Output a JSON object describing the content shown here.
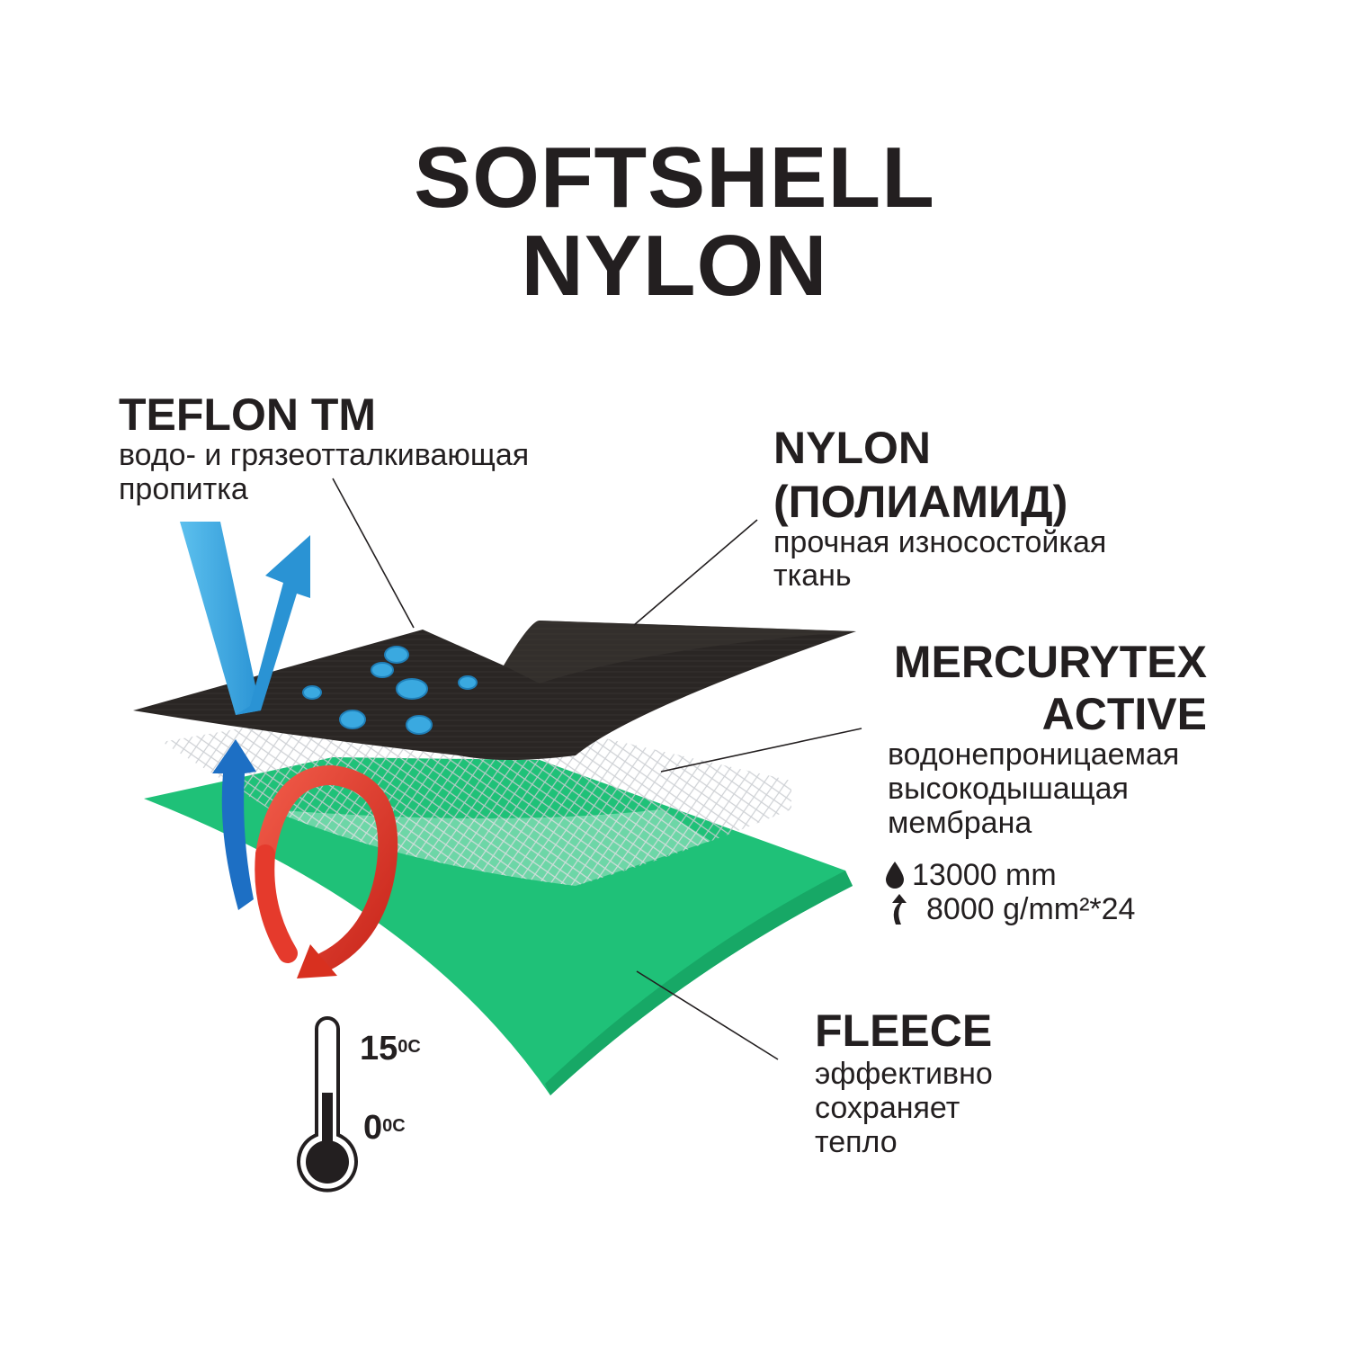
{
  "title": {
    "line1": "SOFTSHELL",
    "line2": "NYLON"
  },
  "layers": {
    "teflon": {
      "heading": "TEFLON TM",
      "desc1": "водо- и грязеотталкивающая",
      "desc2": "пропитка"
    },
    "nylon": {
      "heading1": "NYLON",
      "heading2": "(ПОЛИАМИД)",
      "desc1": "прочная износостойкая",
      "desc2": "ткань"
    },
    "membrane": {
      "heading1": "MERCURYTEX",
      "heading2": "ACTIVE",
      "desc1": "водонепроницаемая",
      "desc2": "высокодышащая",
      "desc3": "мембрана"
    },
    "fleece": {
      "heading": "FLEECE",
      "desc1": "эффективно",
      "desc2": "сохраняет",
      "desc3": "тепло"
    }
  },
  "specs": {
    "water_resistance": "13000 mm",
    "breathability": "8000 g/mm²*24"
  },
  "temperature": {
    "high": "15",
    "low": "0",
    "unit": "0C"
  },
  "colors": {
    "nylon_layer": "#2a2624",
    "fleece_layer": "#1fc178",
    "water_arrow": "#39a7e0",
    "air_arrow": "#1d6fc4",
    "heat_arrow": "#e53a2c",
    "text": "#231f20"
  }
}
